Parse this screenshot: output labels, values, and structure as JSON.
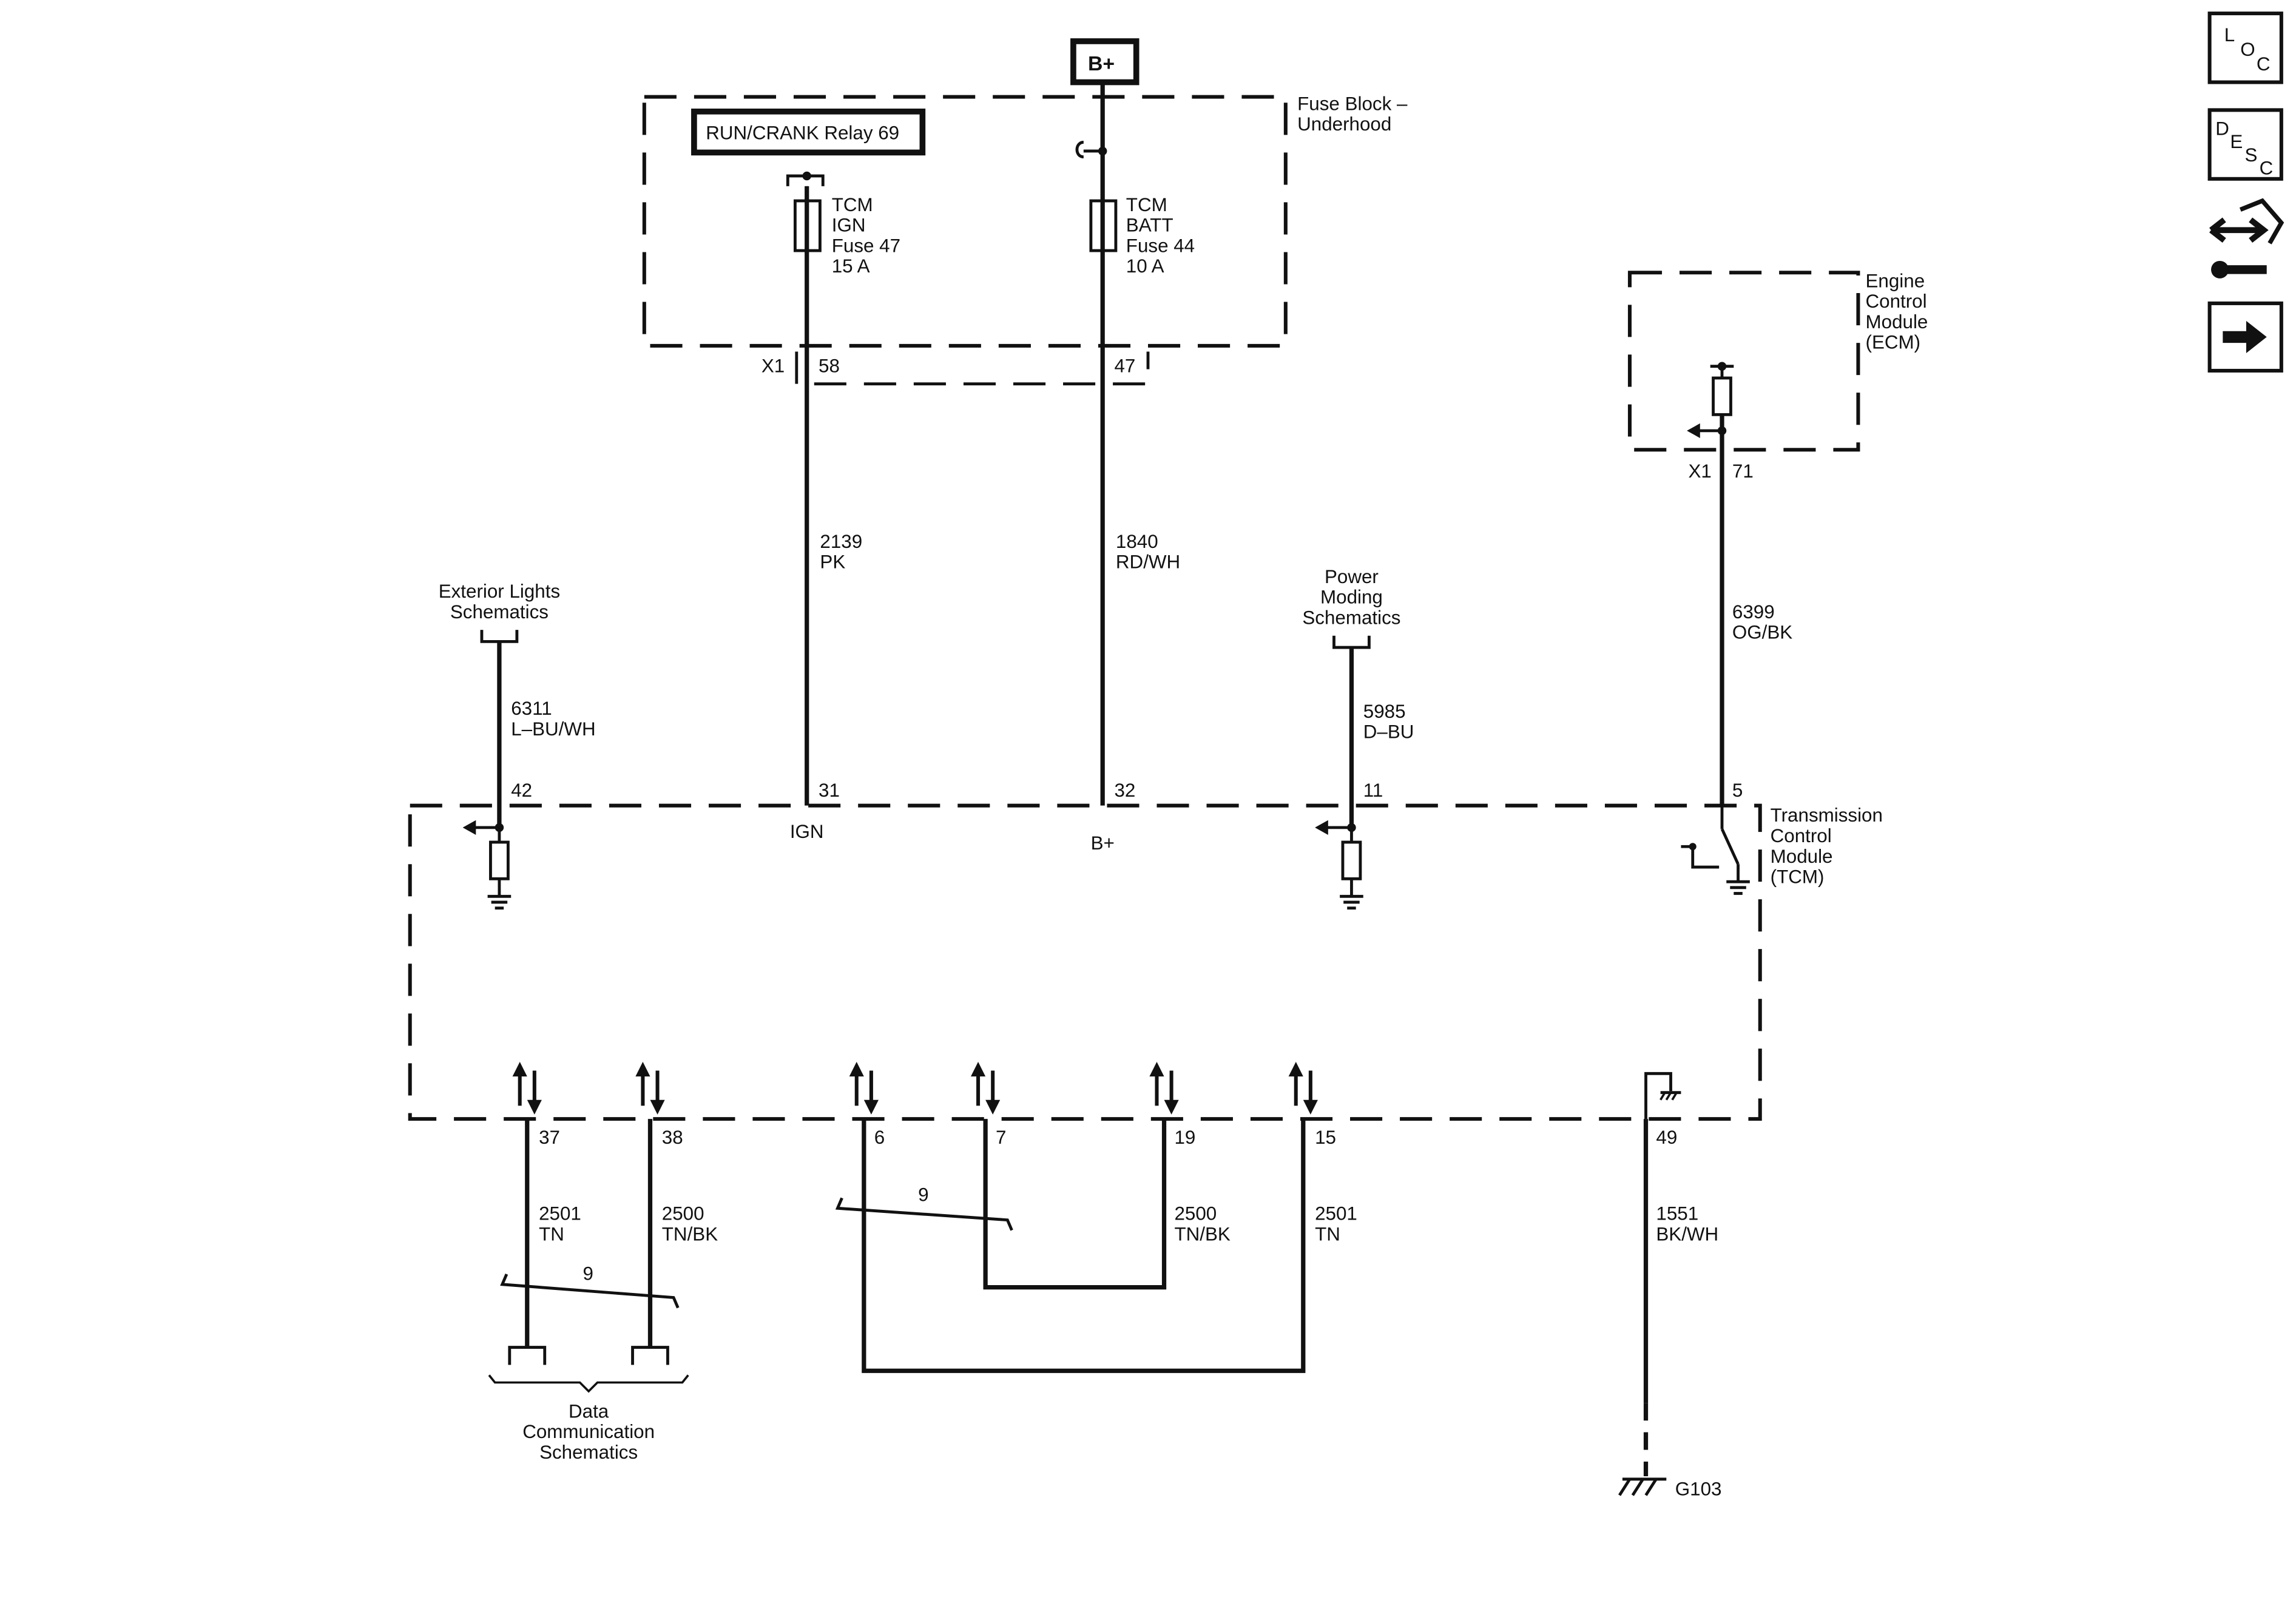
{
  "colors": {
    "line": "#111111",
    "background": "#ffffff"
  },
  "nav": {
    "loc": {
      "l": "L",
      "o": "O",
      "c": "C"
    },
    "desc": {
      "d": "D",
      "e": "E",
      "s": "S",
      "c": "C"
    },
    "icons": [
      "loc-button-icon",
      "desc-button-icon",
      "connector-view-icon",
      "next-arrow-icon"
    ]
  },
  "top": {
    "battery": "B+",
    "relay": "RUN/CRANK Relay 69",
    "fuse_block": [
      "Fuse Block –",
      "Underhood"
    ],
    "fuse_ign": [
      "TCM",
      "IGN",
      "Fuse 47",
      "15 A"
    ],
    "fuse_batt": [
      "TCM",
      "BATT",
      "Fuse 44",
      "10 A"
    ],
    "conn_x1": "X1",
    "pin_58": "58",
    "pin_47": "47"
  },
  "ecm": {
    "label": [
      "Engine",
      "Control",
      "Module",
      "(ECM)"
    ],
    "conn": "X1",
    "pin": "71",
    "wire": [
      "6399",
      "OG/BK"
    ]
  },
  "upper_wires": {
    "ign": [
      "2139",
      "PK"
    ],
    "batt": [
      "1840",
      "RD/WH"
    ]
  },
  "ext_lights": {
    "label": [
      "Exterior Lights",
      "Schematics"
    ],
    "wire": [
      "6311",
      "L–BU/WH"
    ]
  },
  "power_moding": {
    "label": [
      "Power",
      "Moding",
      "Schematics"
    ],
    "wire": [
      "5985",
      "D–BU"
    ]
  },
  "tcm": {
    "label": [
      "Transmission",
      "Control",
      "Module",
      "(TCM)"
    ],
    "top_pins": [
      "42",
      "31",
      "32",
      "11",
      "5"
    ],
    "ign": "IGN",
    "batt": "B+",
    "bottom_pins": [
      "37",
      "38",
      "6",
      "7",
      "19",
      "15",
      "49"
    ]
  },
  "lower_wires": {
    "w37": [
      "2501",
      "TN"
    ],
    "w38": [
      "2500",
      "TN/BK"
    ],
    "w19": [
      "2500",
      "TN/BK"
    ],
    "w15": [
      "2501",
      "TN"
    ],
    "w49": [
      "1551",
      "BK/WH"
    ],
    "twist_left": "9",
    "twist_mid": "9"
  },
  "data_comm": {
    "label": [
      "Data",
      "Communication",
      "Schematics"
    ]
  },
  "ground": {
    "label": "G103"
  }
}
